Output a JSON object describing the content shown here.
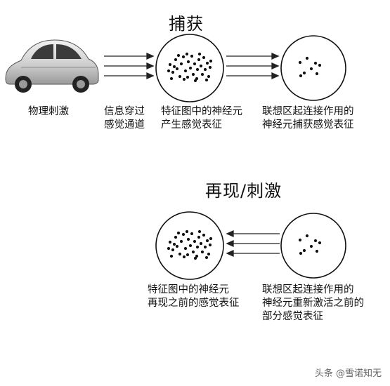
{
  "capture": {
    "title": "捕获",
    "stimulus_label": "物理刺激",
    "channel_label": [
      "信息穿过",
      "感觉通道"
    ],
    "feature_label": [
      "特征图中的神经元",
      "产生感觉表征"
    ],
    "association_label": [
      "联想区起连接作用的",
      "神经元捕获感觉表征"
    ]
  },
  "reproduce": {
    "title": "再现/刺激",
    "feature_label": [
      "特征图中的神经元",
      "再现之前的感觉表征"
    ],
    "association_label": [
      "联想区起连接作用的",
      "神经元重新激活之前的",
      "部分感觉表征"
    ]
  },
  "watermark": "头条 @雪诺知无",
  "icons": {
    "car": "car-icon",
    "arrows_right": "triple-arrow-right",
    "arrows_left": "triple-arrow-left",
    "neuron_dense": "neuron-cluster-dense",
    "neuron_sparse": "neuron-cluster-sparse"
  }
}
